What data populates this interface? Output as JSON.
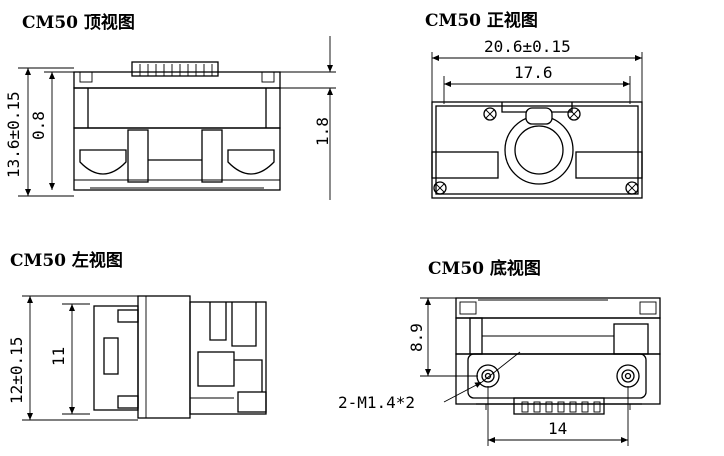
{
  "views": {
    "top": {
      "title": "CM50 顶视图",
      "dim_height": "13.6±0.15",
      "dim_inner": "0.8",
      "dim_right": "1.8"
    },
    "front": {
      "title": "CM50 正视图",
      "dim_width_outer": "20.6±0.15",
      "dim_width_inner": "17.6"
    },
    "left": {
      "title": "CM50 左视图",
      "dim_height": "12±0.15",
      "dim_inner": "11"
    },
    "bottom": {
      "title": "CM50 底视图",
      "dim_height": "8.9",
      "hole_callout": "2-M1.4*2",
      "dim_width": "14"
    }
  }
}
